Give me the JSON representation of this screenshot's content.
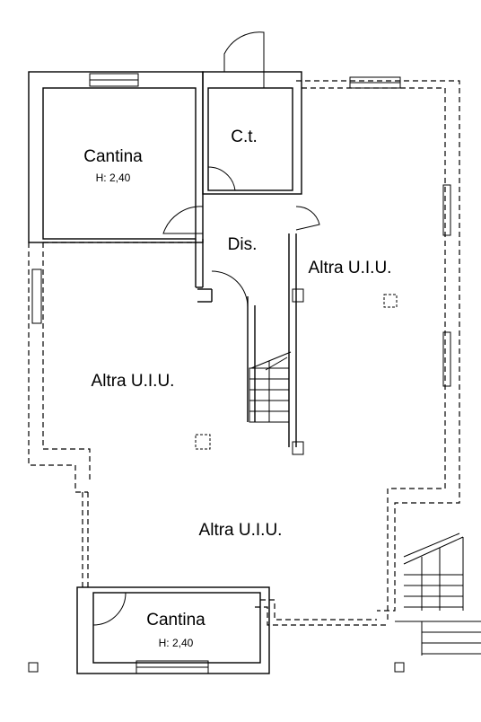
{
  "rooms": {
    "cantina_top": {
      "name": "Cantina",
      "height": "H: 2,40"
    },
    "ct": {
      "name": "C.t."
    },
    "dis": {
      "name": "Dis."
    },
    "altra_right": {
      "name": "Altra U.I.U."
    },
    "altra_left": {
      "name": "Altra U.I.U."
    },
    "altra_bottom": {
      "name": "Altra U.I.U."
    },
    "cantina_bottom": {
      "name": "Cantina",
      "height": "H: 2,40"
    }
  }
}
